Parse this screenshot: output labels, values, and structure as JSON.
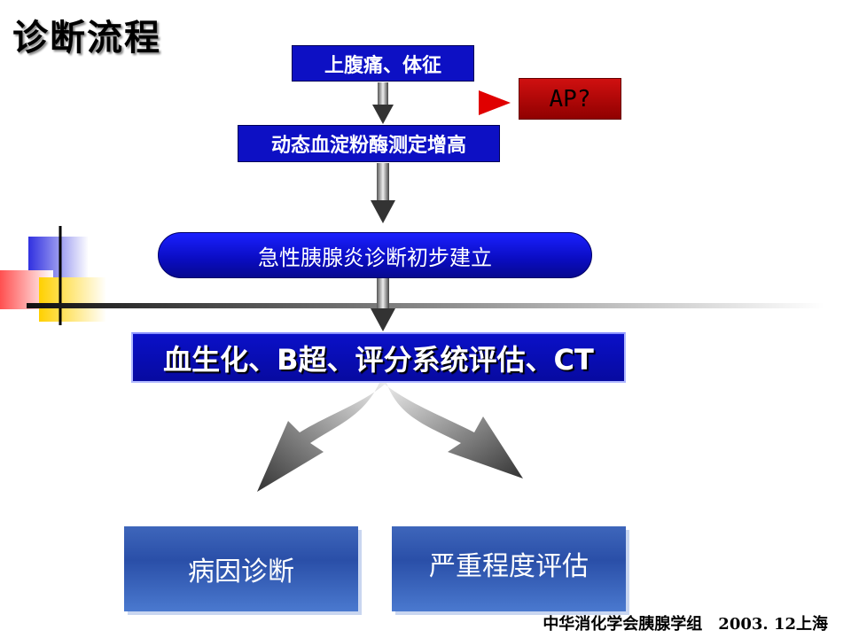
{
  "title": "诊断流程",
  "flow": {
    "step1": "上腹痛、体征",
    "alert": "AP?",
    "step2": "动态血淀粉酶测定增高",
    "step3": "急性胰腺炎诊断初步建立",
    "step4": "血生化、B超、评分系统评估、CT",
    "branch_left": "病因诊断",
    "branch_right": "严重程度评估"
  },
  "footer": "中华消化学会胰腺学组　2003. 12上海",
  "colors": {
    "box_blue": "#0d10c4",
    "alert_red": "#c00000",
    "bottom_box": "#3e66bb"
  }
}
